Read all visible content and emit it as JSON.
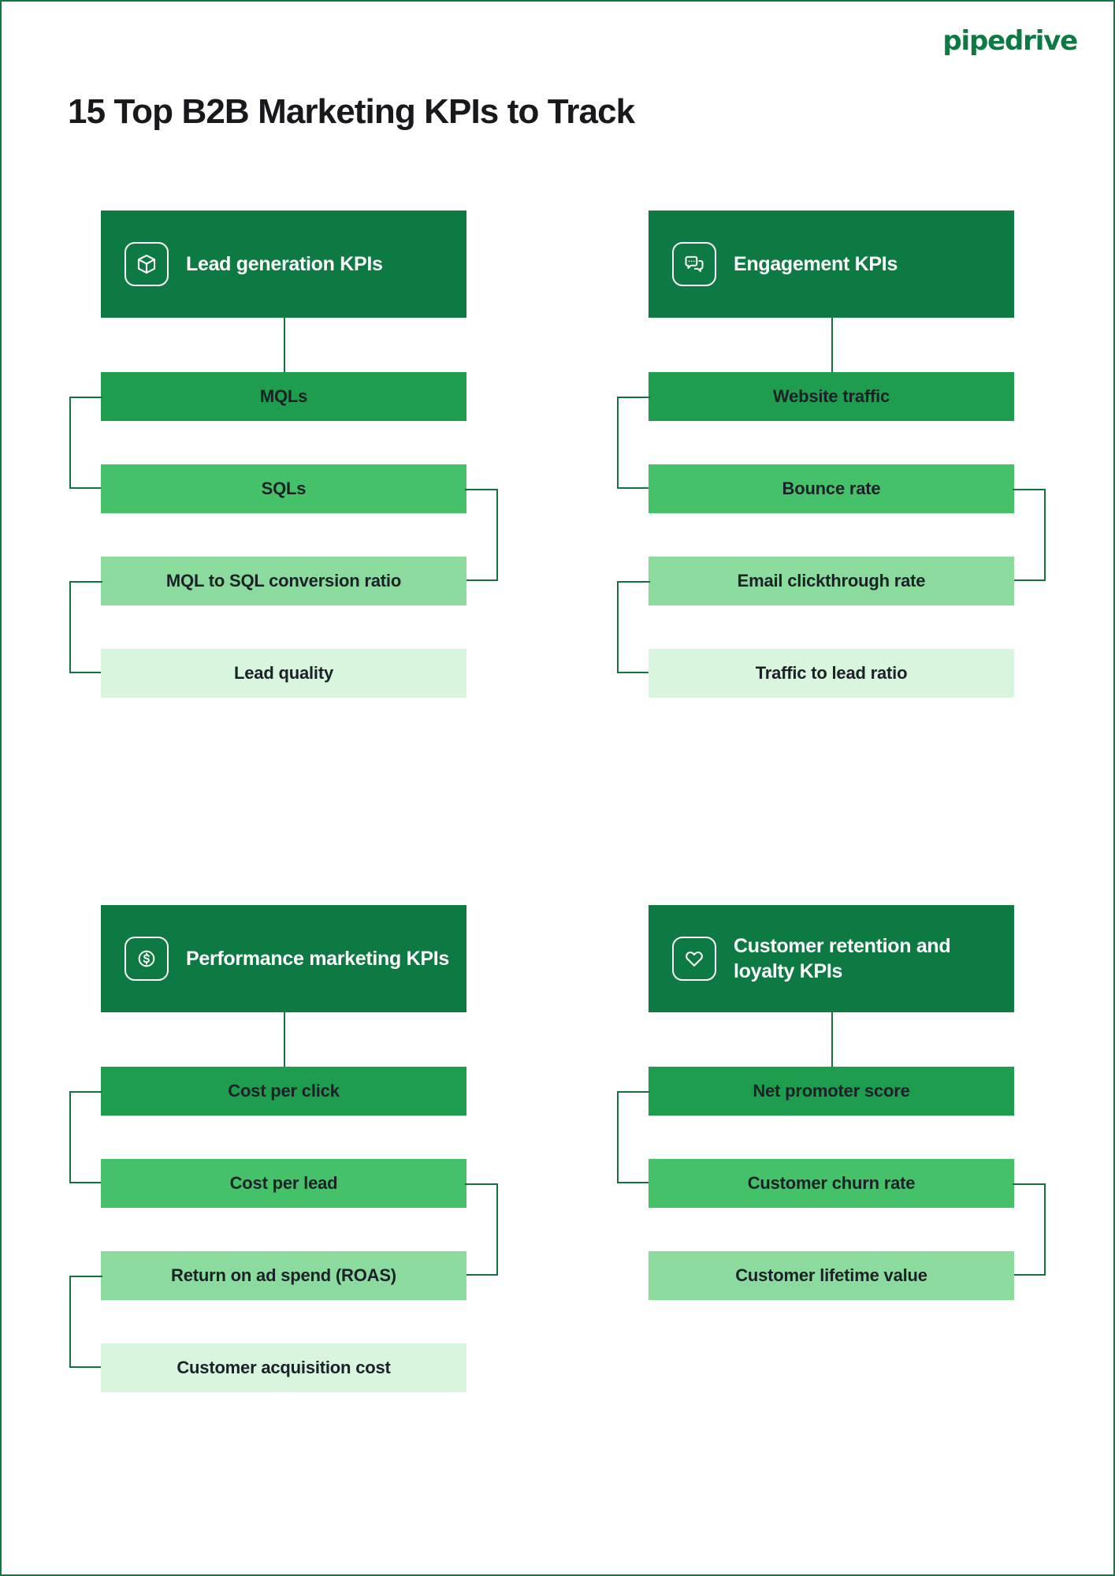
{
  "brand": {
    "logo_text": "pipedrive",
    "logo_color": "#0c7a42",
    "border_color": "#0c7a42"
  },
  "header": {
    "title": "15 Top B2B Marketing KPIs to Track"
  },
  "palette": {
    "header_green": "#0c7a42",
    "shade_1": "#1f9d4e",
    "shade_2": "#45c16a",
    "shade_3": "#8adb9d",
    "shade_4": "#d8f5dd",
    "connector": "#15713f",
    "text_dark": "#1b2128",
    "text_light": "#ffffff"
  },
  "categories": [
    {
      "id": "lead-generation",
      "title": "Lead generation KPIs",
      "icon": "box-3d-icon",
      "items": [
        {
          "label": "MQLs",
          "shade": "shade-1"
        },
        {
          "label": "SQLs",
          "shade": "shade-2"
        },
        {
          "label": "MQL to SQL conversion ratio",
          "shade": "shade-3"
        },
        {
          "label": "Lead quality",
          "shade": "shade-4"
        }
      ]
    },
    {
      "id": "engagement",
      "title": "Engagement KPIs",
      "icon": "chat-bubbles-icon",
      "items": [
        {
          "label": "Website traffic",
          "shade": "shade-1"
        },
        {
          "label": "Bounce rate",
          "shade": "shade-2"
        },
        {
          "label": "Email clickthrough rate",
          "shade": "shade-3"
        },
        {
          "label": "Traffic to lead ratio",
          "shade": "shade-4"
        }
      ]
    },
    {
      "id": "performance-marketing",
      "title": "Performance marketing KPIs",
      "icon": "dollar-circle-icon",
      "items": [
        {
          "label": "Cost per click",
          "shade": "shade-1"
        },
        {
          "label": "Cost per lead",
          "shade": "shade-2"
        },
        {
          "label": "Return on ad spend (ROAS)",
          "shade": "shade-3"
        },
        {
          "label": "Customer acquisition cost",
          "shade": "shade-4"
        }
      ]
    },
    {
      "id": "customer-retention-loyalty",
      "title": "Customer retention and loyalty KPIs",
      "icon": "heart-icon",
      "items": [
        {
          "label": "Net promoter score",
          "shade": "shade-1"
        },
        {
          "label": "Customer churn rate",
          "shade": "shade-2"
        },
        {
          "label": "Customer lifetime value",
          "shade": "shade-3"
        }
      ]
    }
  ]
}
